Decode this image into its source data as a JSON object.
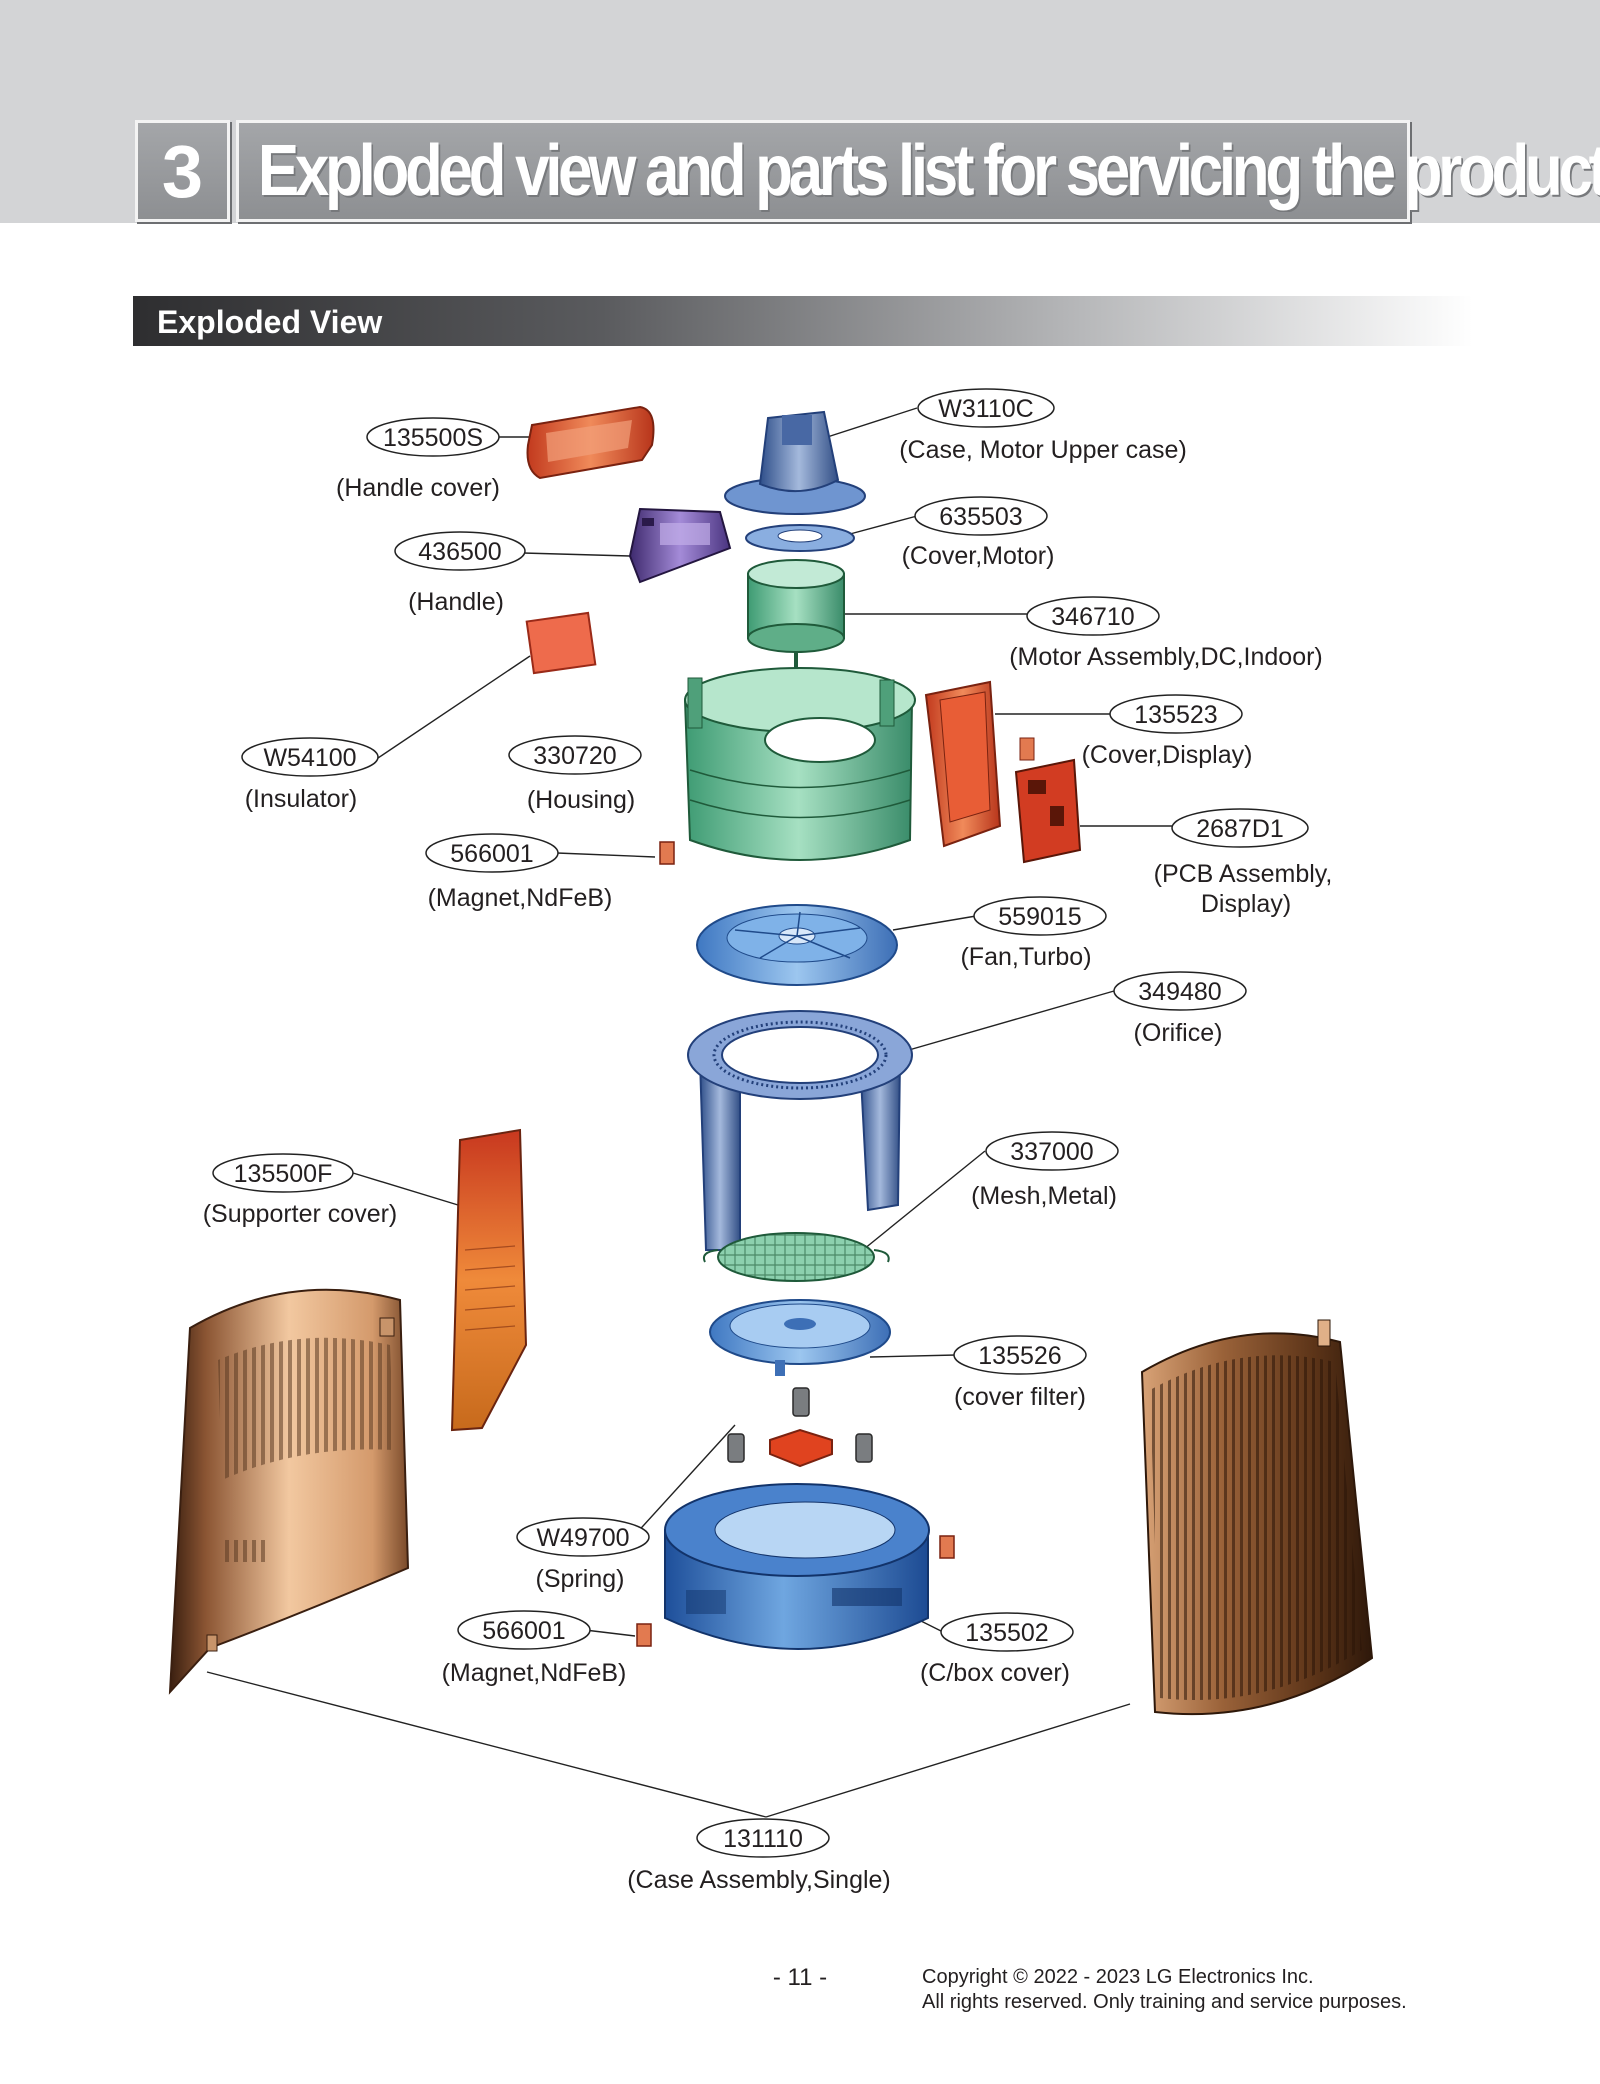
{
  "header": {
    "chapter_number": "3",
    "title": "Exploded view and parts list for servicing the product"
  },
  "section": {
    "title": "Exploded View"
  },
  "parts": {
    "p01": {
      "number": "W3110C",
      "name": "(Case, Motor Upper case)"
    },
    "p02": {
      "number": "135500S",
      "name": "(Handle cover)"
    },
    "p03": {
      "number": "635503",
      "name": "(Cover,Motor)"
    },
    "p04": {
      "number": "436500",
      "name": "(Handle)"
    },
    "p05": {
      "number": "346710",
      "name": "(Motor Assembly,DC,Indoor)"
    },
    "p06": {
      "number": "135523",
      "name": "(Cover,Display)"
    },
    "p07": {
      "number": "W54100",
      "name": "(Insulator)"
    },
    "p08": {
      "number": "330720",
      "name": "(Housing)"
    },
    "p09": {
      "number": "2687D1",
      "name_line1": "(PCB Assembly,",
      "name_line2": "Display)"
    },
    "p10": {
      "number": "566001",
      "name": "(Magnet,NdFeB)"
    },
    "p11": {
      "number": "559015",
      "name": "(Fan,Turbo)"
    },
    "p12": {
      "number": "349480",
      "name": "(Orifice)"
    },
    "p13": {
      "number": "337000",
      "name": "(Mesh,Metal)"
    },
    "p14": {
      "number": "135500F",
      "name": "(Supporter cover)"
    },
    "p15": {
      "number": "135526",
      "name": "(cover filter)"
    },
    "p16": {
      "number": "W49700",
      "name": "(Spring)"
    },
    "p17": {
      "number": "566001",
      "name": "(Magnet,NdFeB)"
    },
    "p18": {
      "number": "135502",
      "name": "(C/box cover)"
    },
    "p19": {
      "number": "131110",
      "name": "(Case Assembly,Single)"
    }
  },
  "footer": {
    "page_number": "- 11 -",
    "copyright_line1": "Copyright © 2022 - 2023 LG Electronics Inc.",
    "copyright_line2": "All rights reserved. Only training and service purposes."
  }
}
